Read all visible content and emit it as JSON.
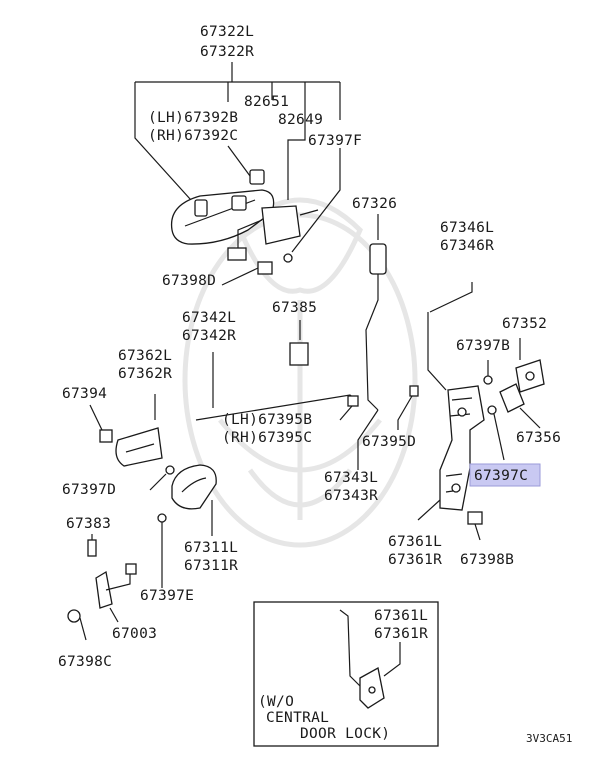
{
  "diagram": {
    "labels": {
      "p67322": [
        "67322L",
        "67322R"
      ],
      "p82651": "82651",
      "p67392": [
        "(LH)67392B",
        "(RH)67392C"
      ],
      "p82649": "82649",
      "p67397F": "67397F",
      "p67326": "67326",
      "p67346": [
        "67346L",
        "67346R"
      ],
      "p67398D": "67398D",
      "p67385": "67385",
      "p67342": [
        "67342L",
        "67342R"
      ],
      "p67352": "67352",
      "p67397B": "67397B",
      "p67362": [
        "67362L",
        "67362R"
      ],
      "p67394": "67394",
      "p67356": "67356",
      "p67395": [
        "(LH)67395B",
        "(RH)67395C"
      ],
      "p67395D": "67395D",
      "p67397C": "67397C",
      "p67397D": "67397D",
      "p67343": [
        "67343L",
        "67343R"
      ],
      "p67383": "67383",
      "p67361": [
        "67361L",
        "67361R"
      ],
      "p67398B": "67398B",
      "p67311": [
        "67311L",
        "67311R"
      ],
      "p67397E": "67397E",
      "p67003": "67003",
      "p67398C": "67398C",
      "inset_part": [
        "67361L",
        "67361R"
      ],
      "inset_note": [
        "(W/O",
        "CENTRAL",
        "DOOR LOCK)"
      ]
    },
    "highlight_color": "#c9c9f2",
    "diagram_code": "3V3CA51"
  }
}
